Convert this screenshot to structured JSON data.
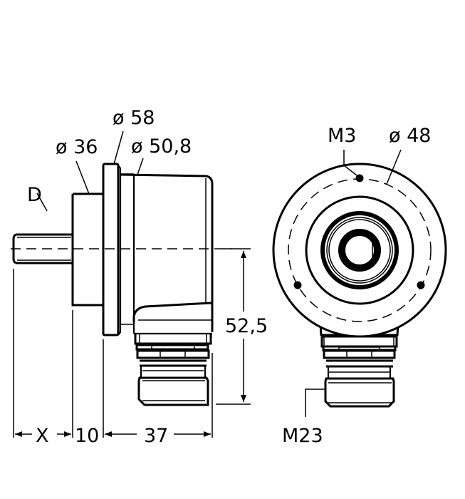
{
  "drawing": {
    "title": "Encoder dimension drawing",
    "side_view": {
      "labels": {
        "shaft": "D",
        "pilot_diameter": "ø 36",
        "flange_diameter": "ø 58",
        "body_diameter": "ø 50,8",
        "height": "52,5"
      },
      "dimensions_bottom": {
        "shaft_length": "X",
        "pilot_length": "10",
        "body_length": "37"
      }
    },
    "front_view": {
      "labels": {
        "mount_thread": "M3",
        "bolt_circle": "ø 48",
        "connector": "M23"
      }
    },
    "colors": {
      "line": "#000000",
      "background": "#ffffff"
    }
  }
}
